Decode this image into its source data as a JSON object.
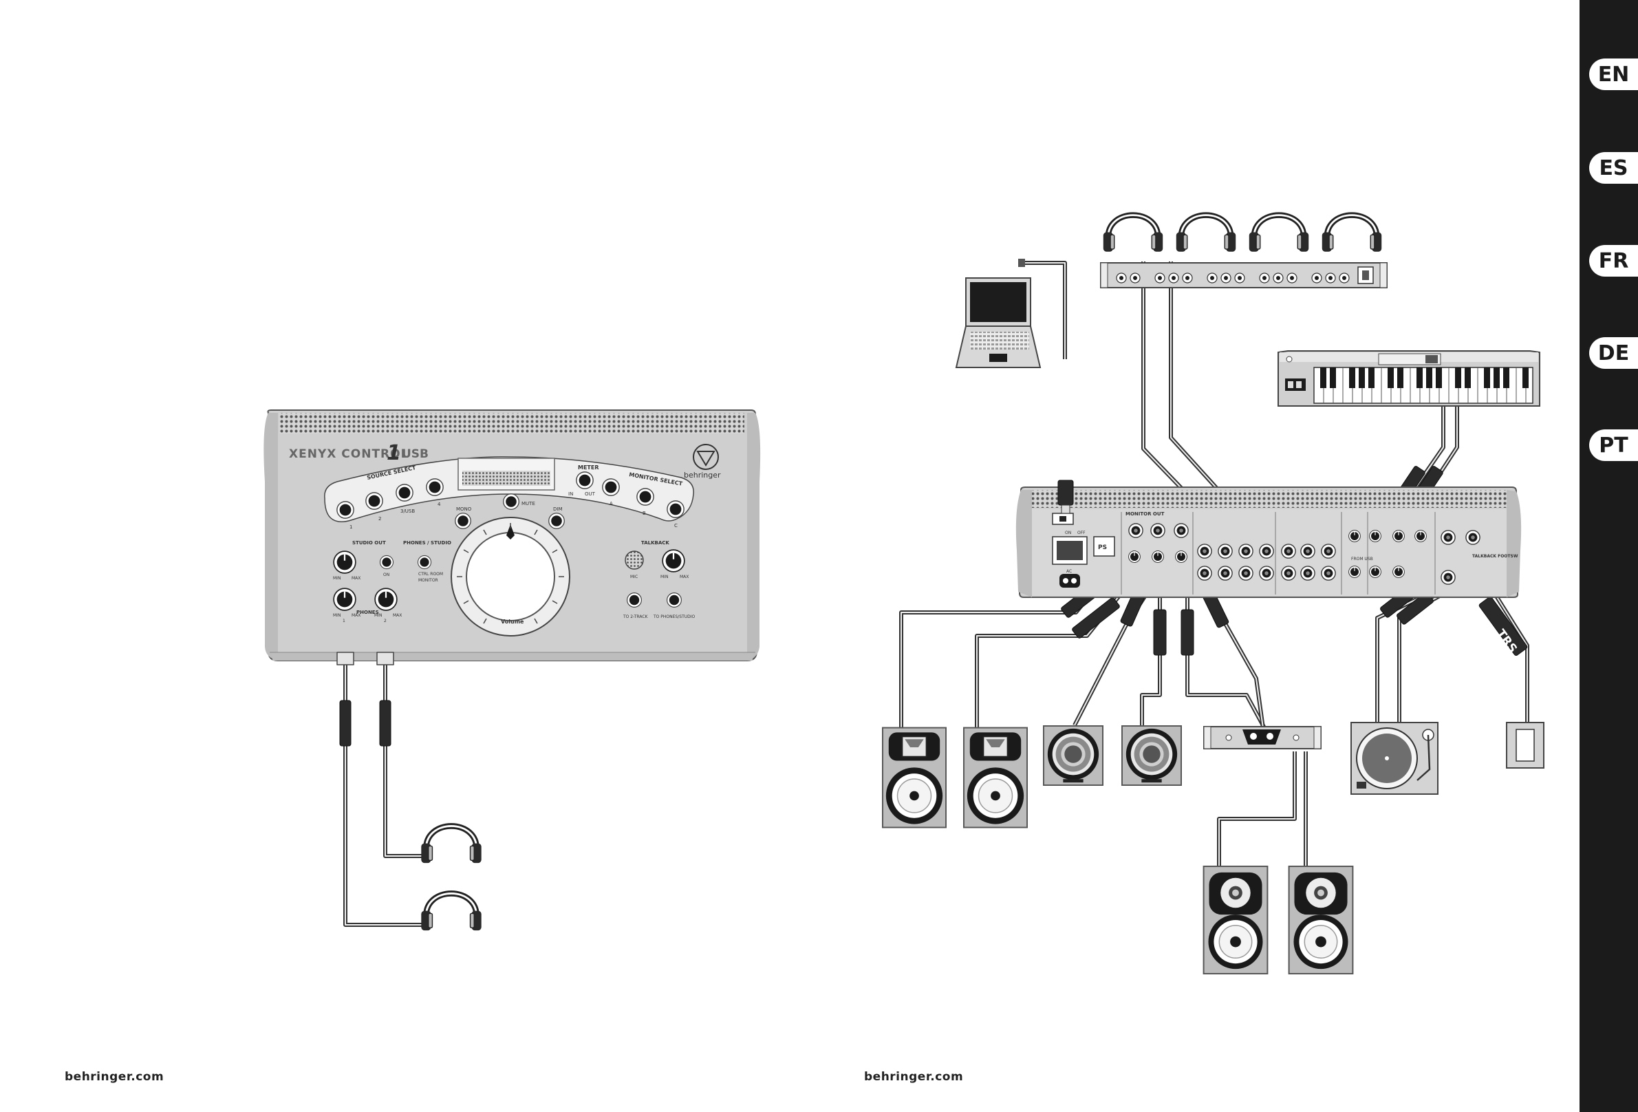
{
  "footer": {
    "left": "behringer.com",
    "right": "behringer.com"
  },
  "languages": [
    "EN",
    "ES",
    "FR",
    "DE",
    "PT"
  ],
  "control1": {
    "brand_left": "XENYX CONTROL",
    "model_number": "1",
    "usb": "USB",
    "logo": "behringer",
    "source_select": "SOURCE SELECT",
    "source_labels": [
      "1",
      "2",
      "3/USB",
      "4"
    ],
    "meter": "METER",
    "meter_in": "IN",
    "meter_out": "OUT",
    "monitor_select": "MONITOR SELECT",
    "monitor_labels": [
      "A",
      "B",
      "C"
    ],
    "mono": "MONO",
    "mute": "MUTE",
    "dim": "DIM",
    "studio_out": "STUDIO OUT",
    "on": "ON",
    "phones_studio": "PHONES / STUDIO",
    "ctrl_room": "CTRL ROOM",
    "monitor": "MONITOR",
    "talkback": "TALKBACK",
    "mic": "MIC",
    "min": "MIN",
    "max": "MAX",
    "phones": "PHONES",
    "phones_ch": [
      "1",
      "2"
    ],
    "volume": "Volume",
    "to_2track": "TO 2-TRACK",
    "to_phones_studio": "TO PHONES/STUDIO"
  },
  "mixer": {
    "on": "ON",
    "off": "OFF",
    "ac": "AC",
    "ps": "PS",
    "monitor_out": "MONITOR OUT",
    "talkback_footsw": "TALKBACK FOOTSW",
    "from_usb": "FROM USB"
  },
  "trs_label": "TRS"
}
